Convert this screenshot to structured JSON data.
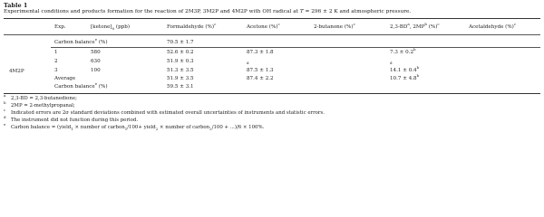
{
  "table": {
    "label": "Table 1",
    "caption": "Experimental conditions and products formation for the reaction of 2M3P, 3M2P and 4M2P with OH radical at T = 296 ± 2 K and atmospheric pressure.",
    "headers": {
      "exp": "Exp.",
      "ketone": "[ketone]0 (ppb)",
      "formaldehyde": "Formaldehyde (%)",
      "acetone": "Acetone (%)",
      "butanone": "2-butanone (%)",
      "bd_mp": "2,3-BD, 2MP (%)",
      "acetaldehyde": "Acetaldehyde (%)"
    },
    "compound": "4M2P",
    "rows": [
      {
        "exp": "Carbon balance (%)",
        "ketone": "",
        "formaldehyde": "70.5 ± 1.7",
        "acetone": "",
        "butanone": "",
        "bd_mp": "",
        "acetaldehyde": ""
      },
      {
        "exp": "1",
        "ketone": "580",
        "formaldehyde": "52.6 ± 0.2",
        "acetone": "87.3 ± 1.8",
        "butanone": "",
        "bd_mp": "7.3 ± 0.2",
        "acetaldehyde": ""
      },
      {
        "exp": "2",
        "ketone": "630",
        "formaldehyde": "51.9 ± 0.3",
        "acetone": "d",
        "butanone": "",
        "bd_mp": "d",
        "acetaldehyde": ""
      },
      {
        "exp": "3",
        "ketone": "100",
        "formaldehyde": "51.3 ± 3.5",
        "acetone": "87.5 ± 1.3",
        "butanone": "",
        "bd_mp": "14.1 ± 0.4",
        "acetaldehyde": ""
      },
      {
        "exp": "Average",
        "ketone": "",
        "formaldehyde": "51.9 ± 3.5",
        "acetone": "87.4 ± 2.2",
        "butanone": "",
        "bd_mp": "10.7 ± 4.8",
        "acetaldehyde": ""
      },
      {
        "exp": "Carbon balance (%)",
        "ketone": "",
        "formaldehyde": "59.5 ± 3.1",
        "acetone": "",
        "butanone": "",
        "bd_mp": "",
        "acetaldehyde": ""
      }
    ],
    "footnotes": [
      {
        "mark": "a",
        "text": "2,3-BD = 2,3-butanedione;"
      },
      {
        "mark": "b",
        "text": "2MP = 2-methylpropanal;"
      },
      {
        "mark": "c",
        "text": "Indicated errors are 2σ standard deviations combined with estimated overall uncertainties of instruments and statistic errors."
      },
      {
        "mark": "d",
        "text": "The instrument did not function during this period."
      },
      {
        "mark": "e",
        "text": "Carbon balance = (yield1 × number of carbon1/100+ yield2 × number of carbon2/100 + ...)/6 × 100%."
      }
    ]
  }
}
